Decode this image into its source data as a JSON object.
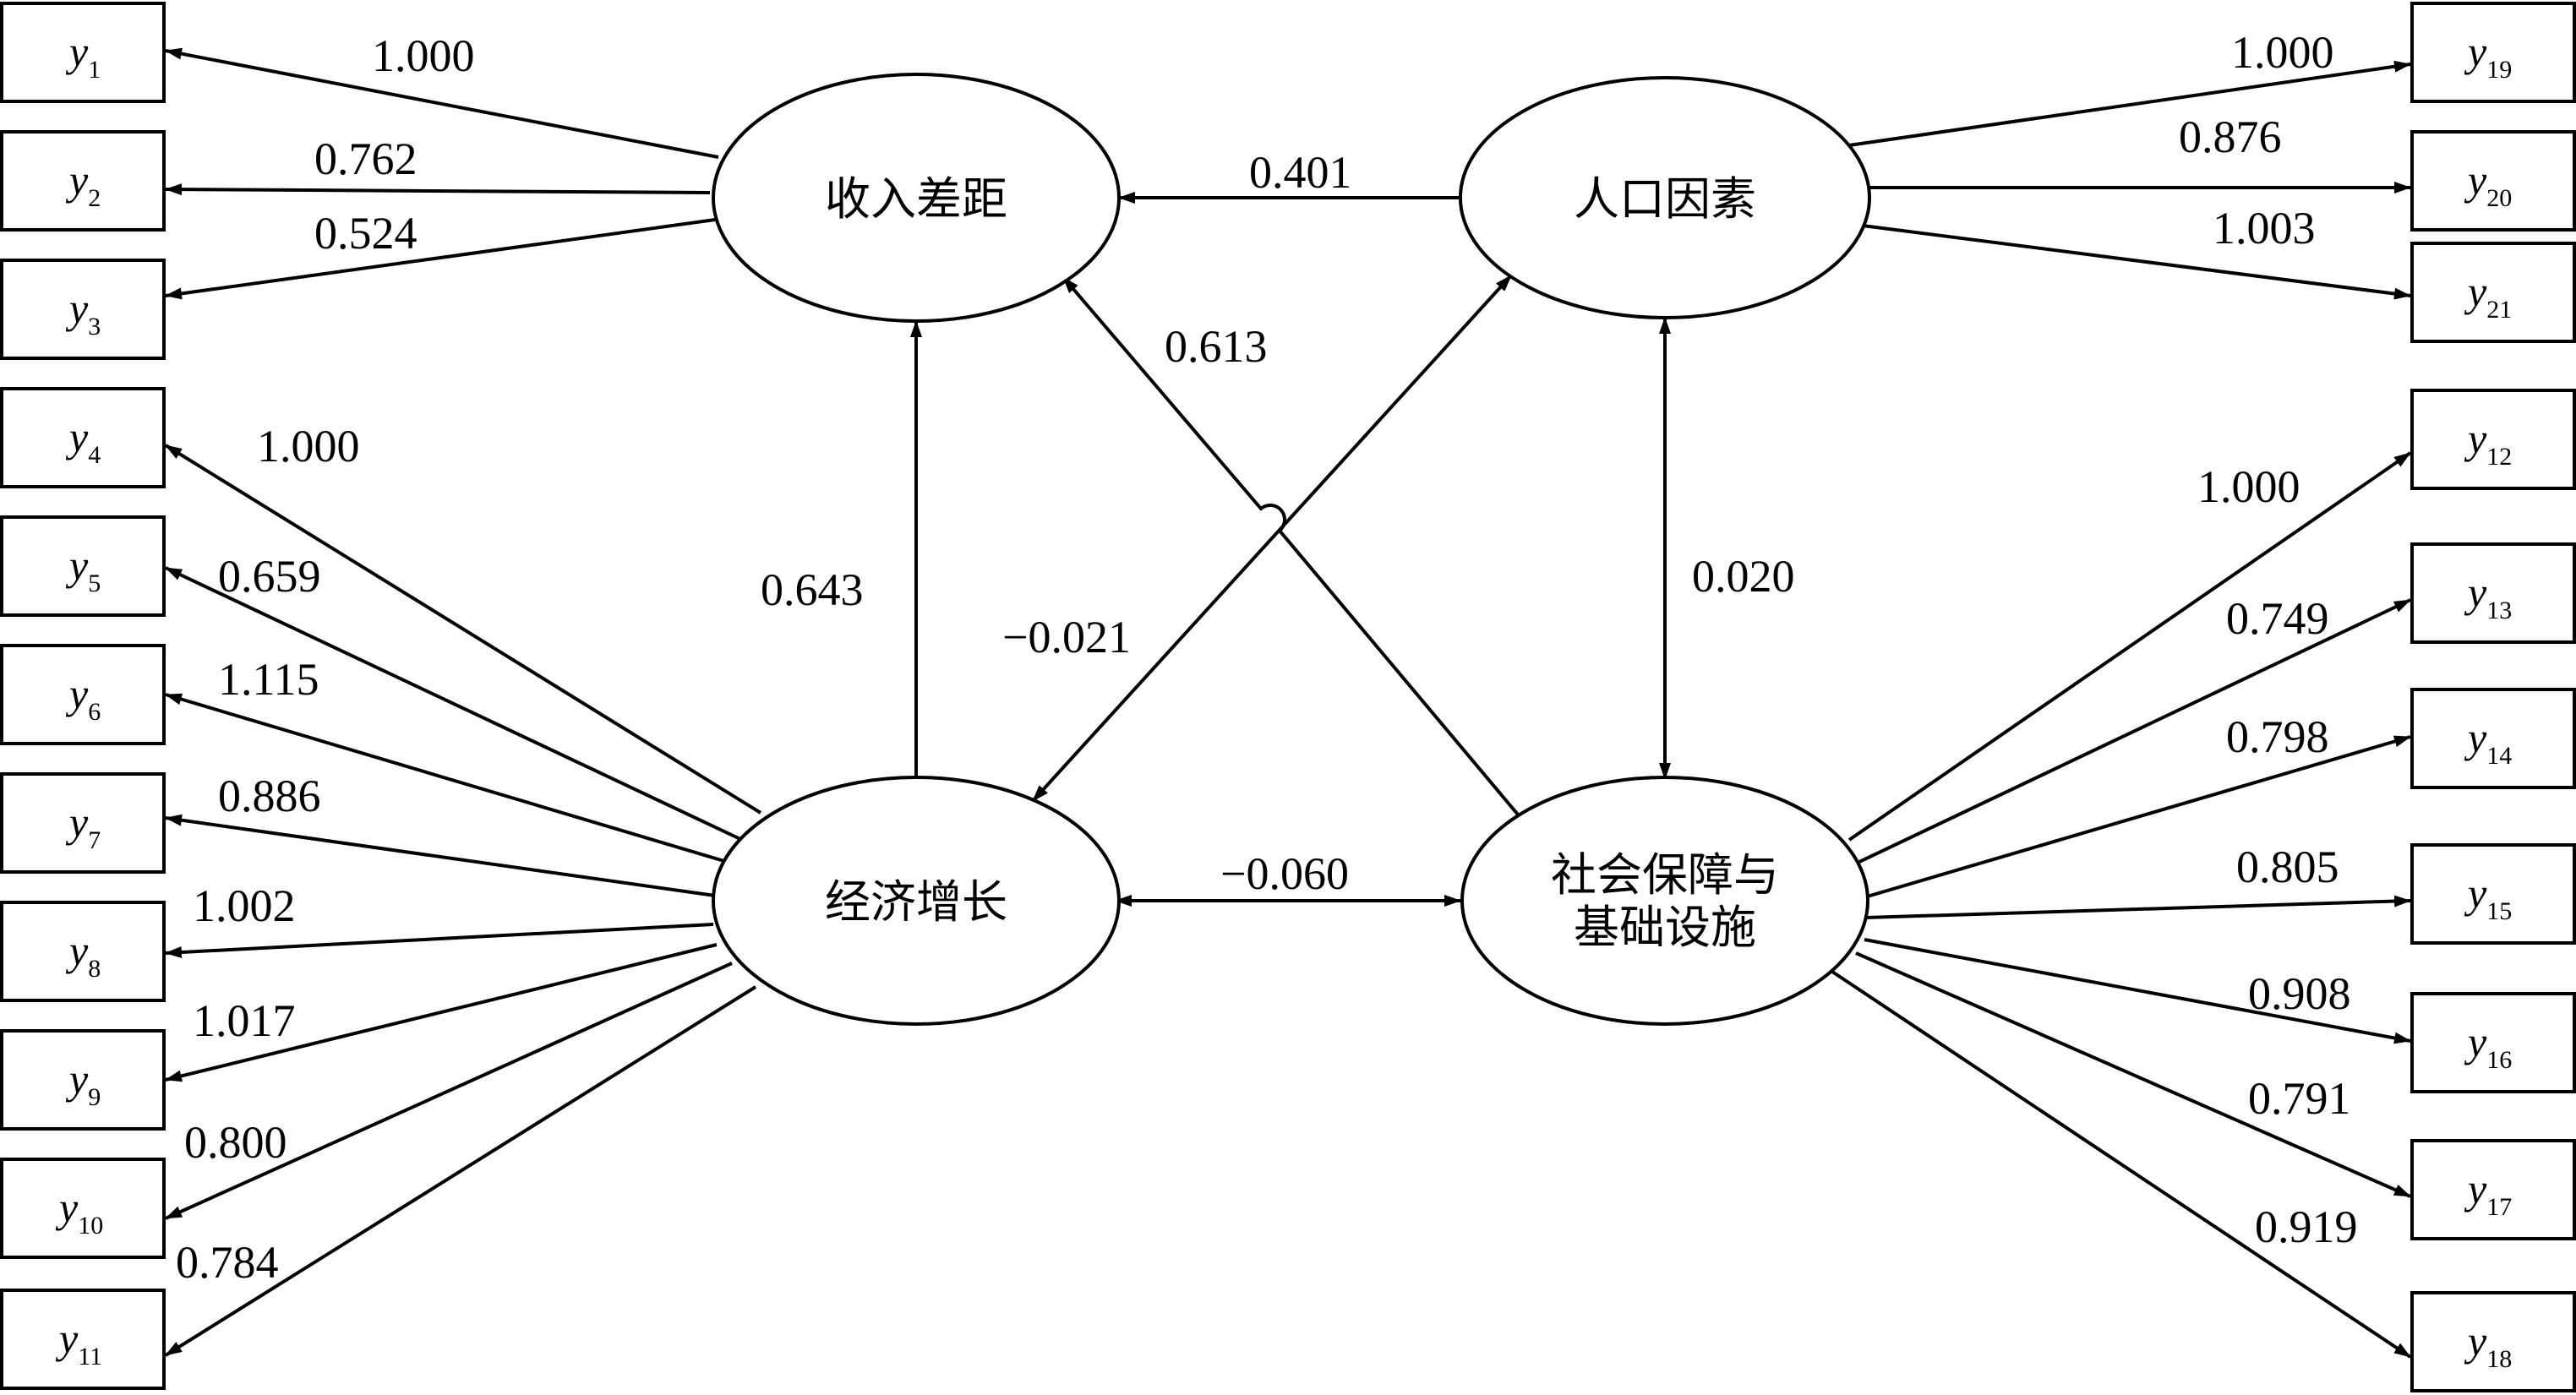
{
  "latents": {
    "income_gap": "收入差距",
    "population": "人口因素",
    "economic_growth": "经济增长",
    "social_security": [
      "社会保障与",
      "基础设施"
    ]
  },
  "indicators": {
    "y1": {
      "var": "y",
      "sub": "1"
    },
    "y2": {
      "var": "y",
      "sub": "2"
    },
    "y3": {
      "var": "y",
      "sub": "3"
    },
    "y4": {
      "var": "y",
      "sub": "4"
    },
    "y5": {
      "var": "y",
      "sub": "5"
    },
    "y6": {
      "var": "y",
      "sub": "6"
    },
    "y7": {
      "var": "y",
      "sub": "7"
    },
    "y8": {
      "var": "y",
      "sub": "8"
    },
    "y9": {
      "var": "y",
      "sub": "9"
    },
    "y10": {
      "var": "y",
      "sub": "10"
    },
    "y11": {
      "var": "y",
      "sub": "11"
    },
    "y12": {
      "var": "y",
      "sub": "12"
    },
    "y13": {
      "var": "y",
      "sub": "13"
    },
    "y14": {
      "var": "y",
      "sub": "14"
    },
    "y15": {
      "var": "y",
      "sub": "15"
    },
    "y16": {
      "var": "y",
      "sub": "16"
    },
    "y17": {
      "var": "y",
      "sub": "17"
    },
    "y18": {
      "var": "y",
      "sub": "18"
    },
    "y19": {
      "var": "y",
      "sub": "19"
    },
    "y20": {
      "var": "y",
      "sub": "20"
    },
    "y21": {
      "var": "y",
      "sub": "21"
    }
  },
  "loadings": {
    "income_gap": {
      "y1": "1.000",
      "y2": "0.762",
      "y3": "0.524"
    },
    "economic_growth": {
      "y4": "1.000",
      "y5": "0.659",
      "y6": "1.115",
      "y7": "0.886",
      "y8": "1.002",
      "y9": "1.017",
      "y10": "0.800",
      "y11": "0.784"
    },
    "population": {
      "y19": "1.000",
      "y20": "0.876",
      "y21": "1.003"
    },
    "social_security": {
      "y12": "1.000",
      "y13": "0.749",
      "y14": "0.798",
      "y15": "0.805",
      "y16": "0.908",
      "y17": "0.791",
      "y18": "0.919"
    }
  },
  "paths": {
    "population_to_income": "0.401",
    "social_to_income": "0.613",
    "growth_to_income": "0.643",
    "growth_population": "−0.021",
    "population_social": "0.020",
    "growth_social": "−0.060"
  }
}
